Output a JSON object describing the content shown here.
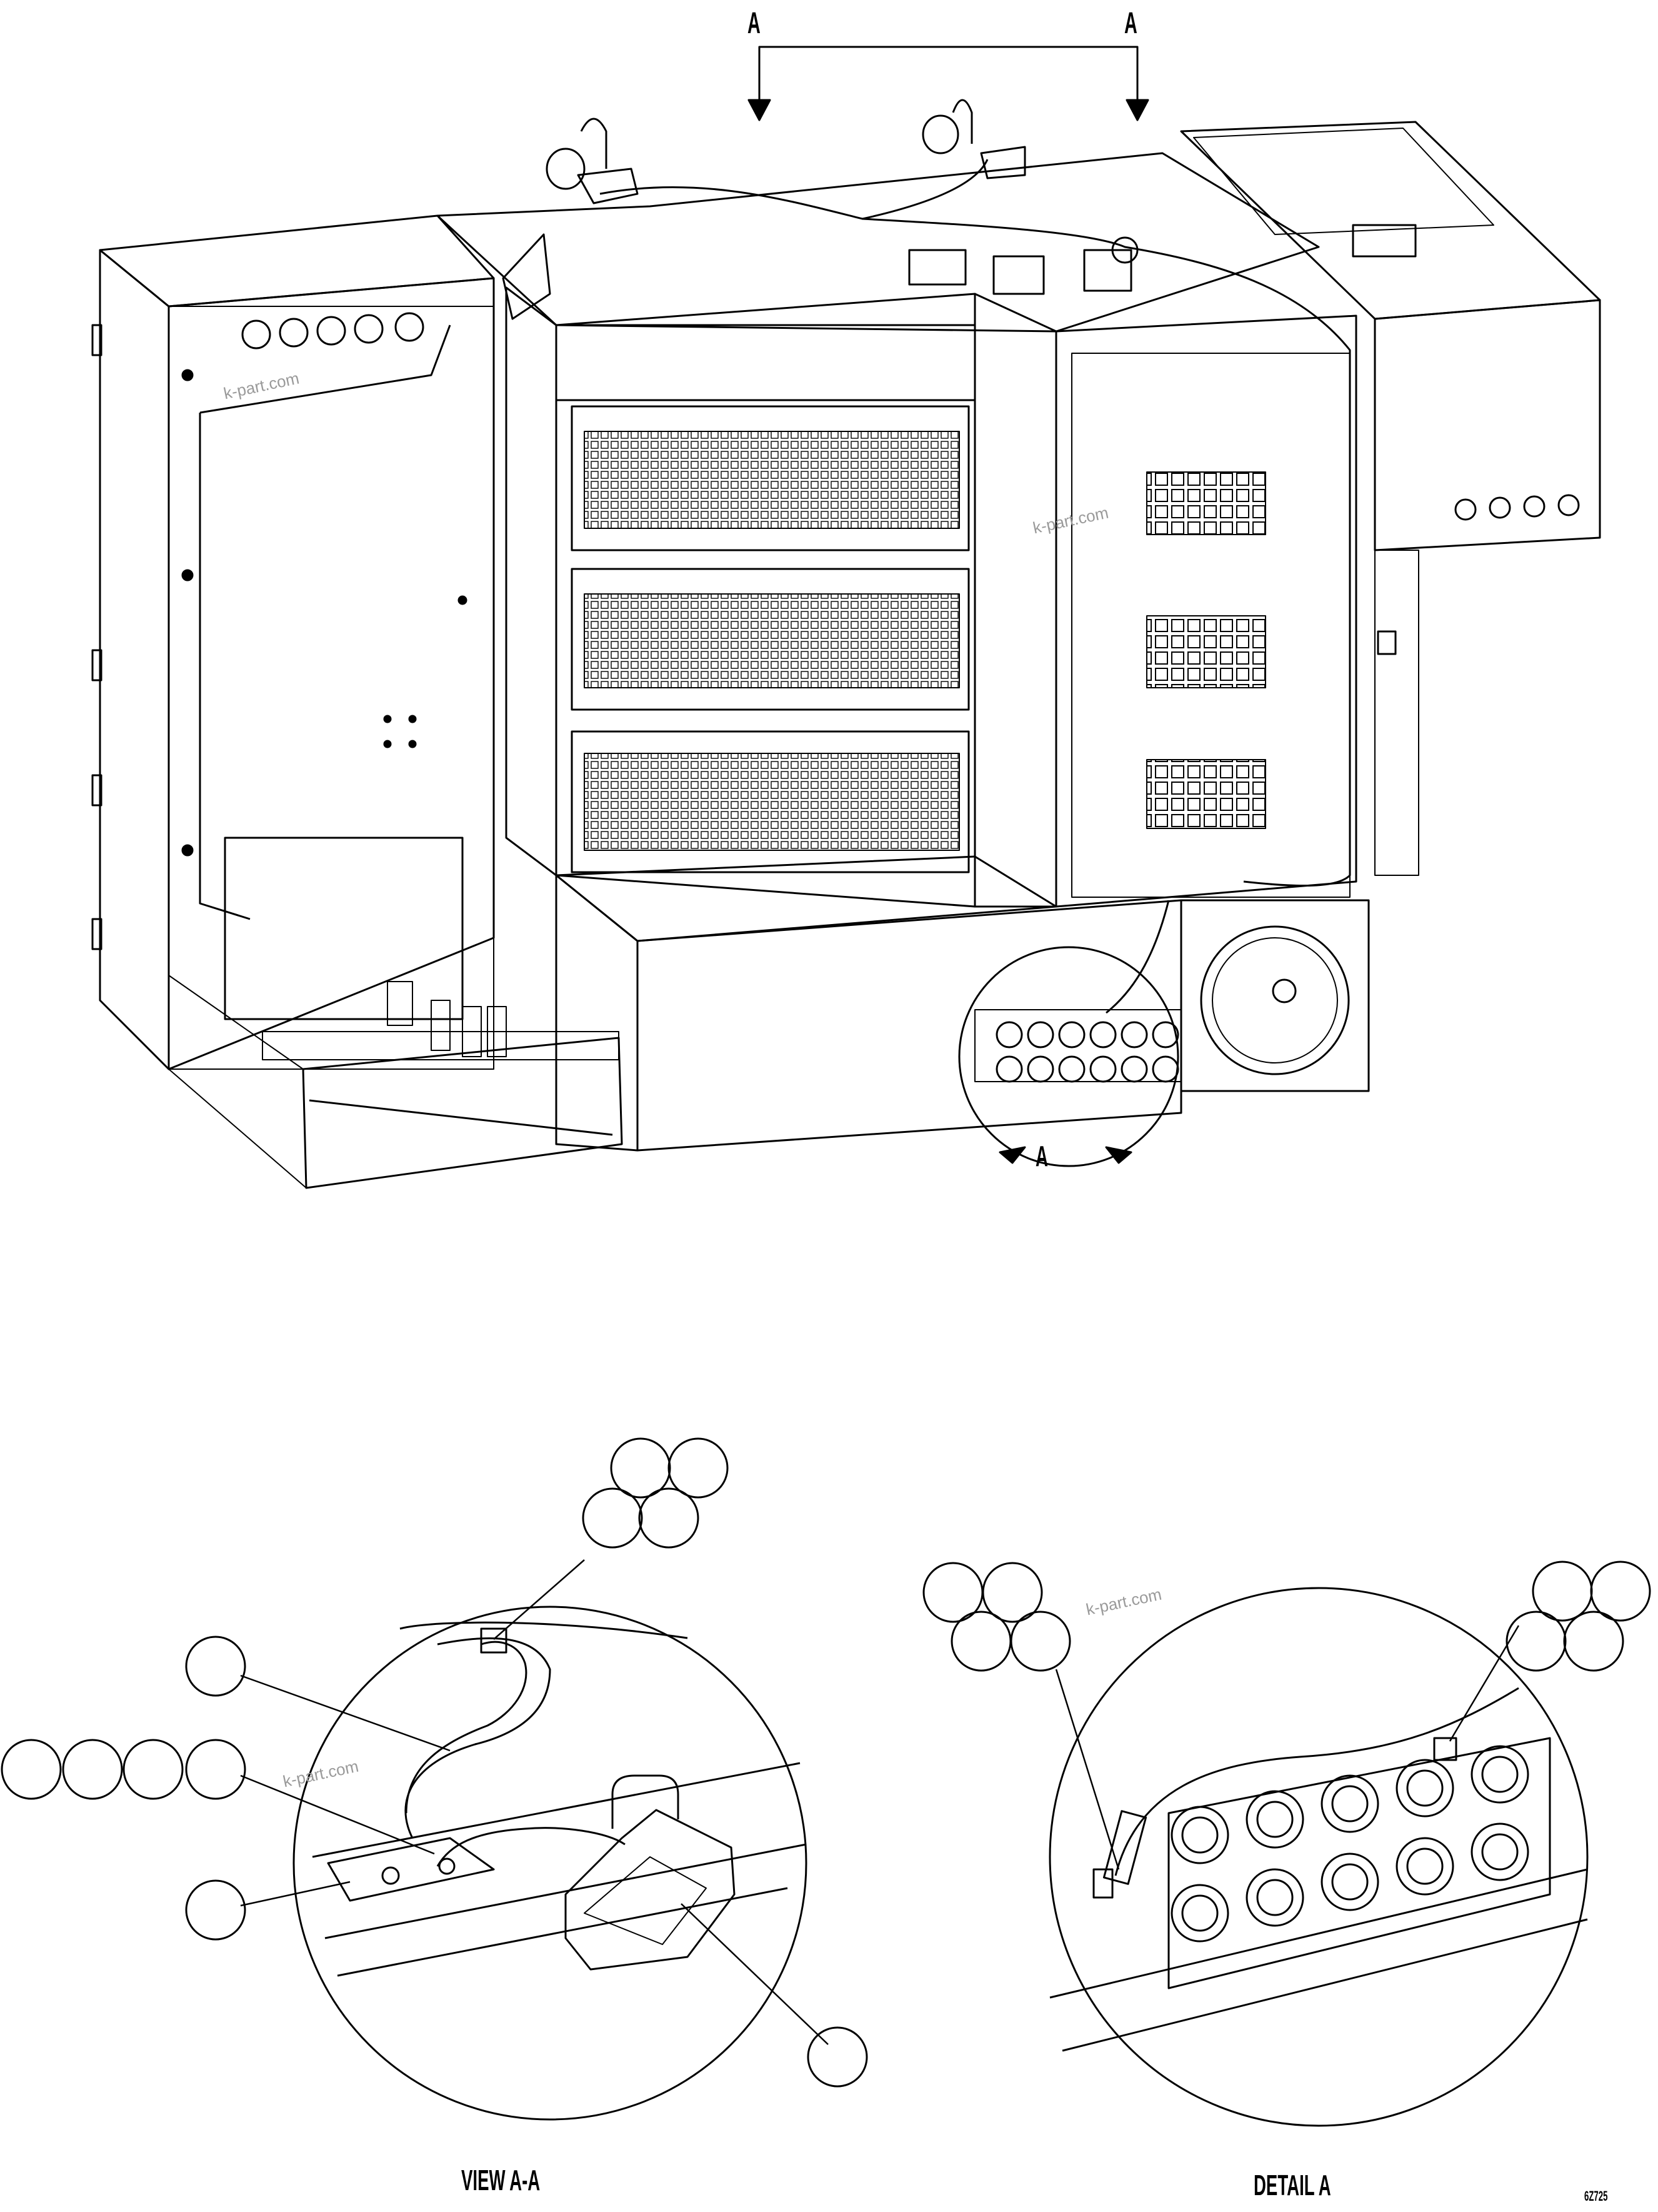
{
  "labels": {
    "section_arrow_left": "A",
    "section_arrow_right": "A",
    "detail_marker": "A",
    "view_aa_caption": "VIEW A-A",
    "detail_a_caption": "DETAIL A",
    "figure_code": "6Z725"
  },
  "watermarks": [
    "k-part.com",
    "k-part.com",
    "k-part.com",
    "k-part.com"
  ],
  "callouts": {
    "view_aa": [
      "",
      "",
      "",
      "",
      "",
      "",
      "",
      "",
      "",
      "",
      "",
      ""
    ],
    "detail_a": [
      "",
      "",
      "",
      "",
      "",
      "",
      "",
      ""
    ]
  },
  "colors": {
    "line": "#000000",
    "paper": "#ffffff",
    "watermark": "#9a9a9a"
  }
}
